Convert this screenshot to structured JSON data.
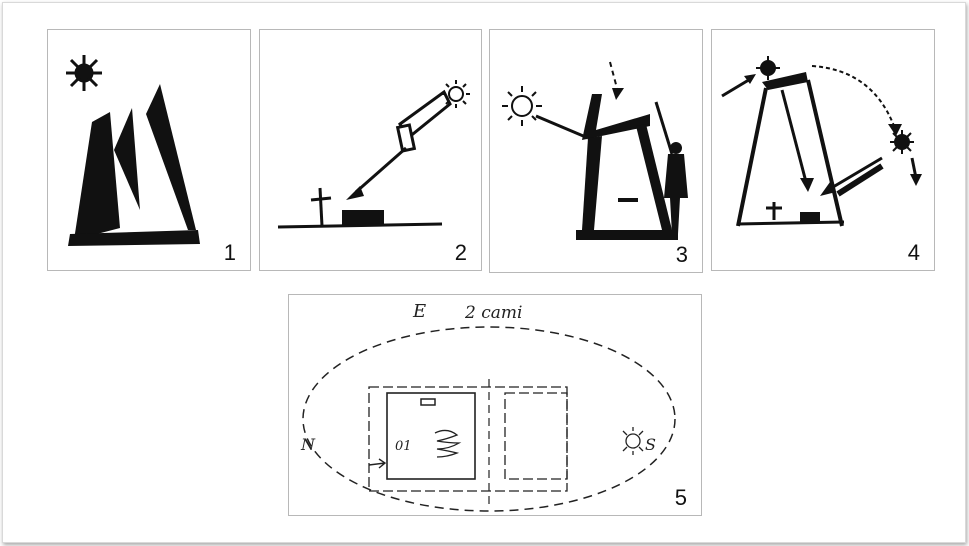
{
  "panels": [
    {
      "number": "1"
    },
    {
      "number": "2"
    },
    {
      "number": "3"
    },
    {
      "number": "4"
    },
    {
      "number": "5"
    }
  ],
  "sketch5": {
    "top_note_a": "E",
    "top_note_b": "2 cami",
    "left_note": "N",
    "right_note": "S",
    "inner_note": "01"
  },
  "colors": {
    "ink": "#111111",
    "panel_border": "#b8b8b8"
  }
}
